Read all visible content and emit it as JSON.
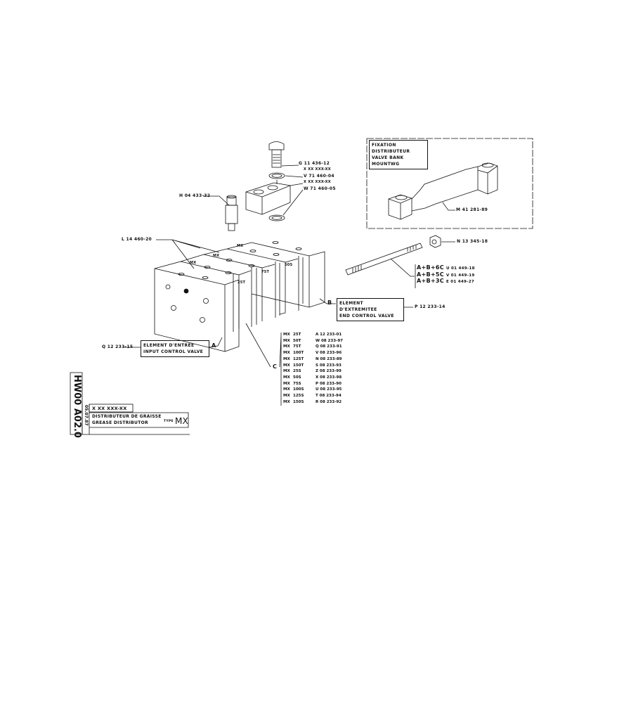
{
  "drawing": {
    "fitting": {
      "banjo_bolt": "G 11 436-12",
      "washer_top_ref": "X XX XXX-XX",
      "washer_top": "V 71 460-04",
      "banjo_block_ref": "X XX XXX-XX",
      "washer_bottom": "W 71 460-05",
      "pin": "H 04 433-32"
    },
    "mounting": {
      "title_fr": "FIXATION DISTRIBUTEUR",
      "title_en": "VALVE BANK MOUNTWG",
      "bracket": "M 41 281-89"
    },
    "nut": "N 13 345-18",
    "tie_rods": [
      {
        "combo": "A+B+6C",
        "part": "U 01 449-18"
      },
      {
        "combo": "A+B+5C",
        "part": "V 01 449-19"
      },
      {
        "combo": "A+B+3C",
        "part": "E 01 449-27"
      }
    ],
    "seal": "L 14 460-20",
    "block_markings": [
      "MX",
      "MX",
      "MX",
      "25T",
      "75T",
      "50S"
    ],
    "end_valve": {
      "letter": "B",
      "title_fr": "ELEMENT D'EXTREMITEE",
      "title_en": "END CONTROL VALVE",
      "part": "P 12 233-14"
    },
    "input_valve": {
      "letter": "A",
      "title_fr": "ELEMENT D'ENTREE",
      "title_en": "INPUT CONTROL VALVE",
      "part": "Q 12 233-15"
    },
    "middle": {
      "letter": "C",
      "rows": [
        {
          "type": "MX",
          "size": "25T",
          "part": "A 12 233-01"
        },
        {
          "type": "MX",
          "size": "50T",
          "part": "W 08 233-97"
        },
        {
          "type": "MX",
          "size": "75T",
          "part": "Q 08 233-91"
        },
        {
          "type": "MX",
          "size": "100T",
          "part": "V 08 233-96"
        },
        {
          "type": "MX",
          "size": "125T",
          "part": "N 08 233-89"
        },
        {
          "type": "MX",
          "size": "150T",
          "part": "S 08 233-93"
        },
        {
          "type": "MX",
          "size": "25S",
          "part": "Z 08 233-99"
        },
        {
          "type": "MX",
          "size": "50S",
          "part": "X 08 233-98"
        },
        {
          "type": "MX",
          "size": "75S",
          "part": "P 08 233-90"
        },
        {
          "type": "MX",
          "size": "100S",
          "part": "U 08 233-95"
        },
        {
          "type": "MX",
          "size": "125S",
          "part": "T 08 233-94"
        },
        {
          "type": "MX",
          "size": "150S",
          "part": "R 08 233-92"
        }
      ]
    }
  },
  "title_block": {
    "sheet": "HW00 A02.0",
    "date": "05.07.87",
    "ref": "X XX XXX-XX",
    "title_fr": "DISTRIBUTEUR DE GRAISSE",
    "title_en": "GREASE DISTRIBUTOR",
    "type_label": "TYPE",
    "type_value": "MX"
  }
}
